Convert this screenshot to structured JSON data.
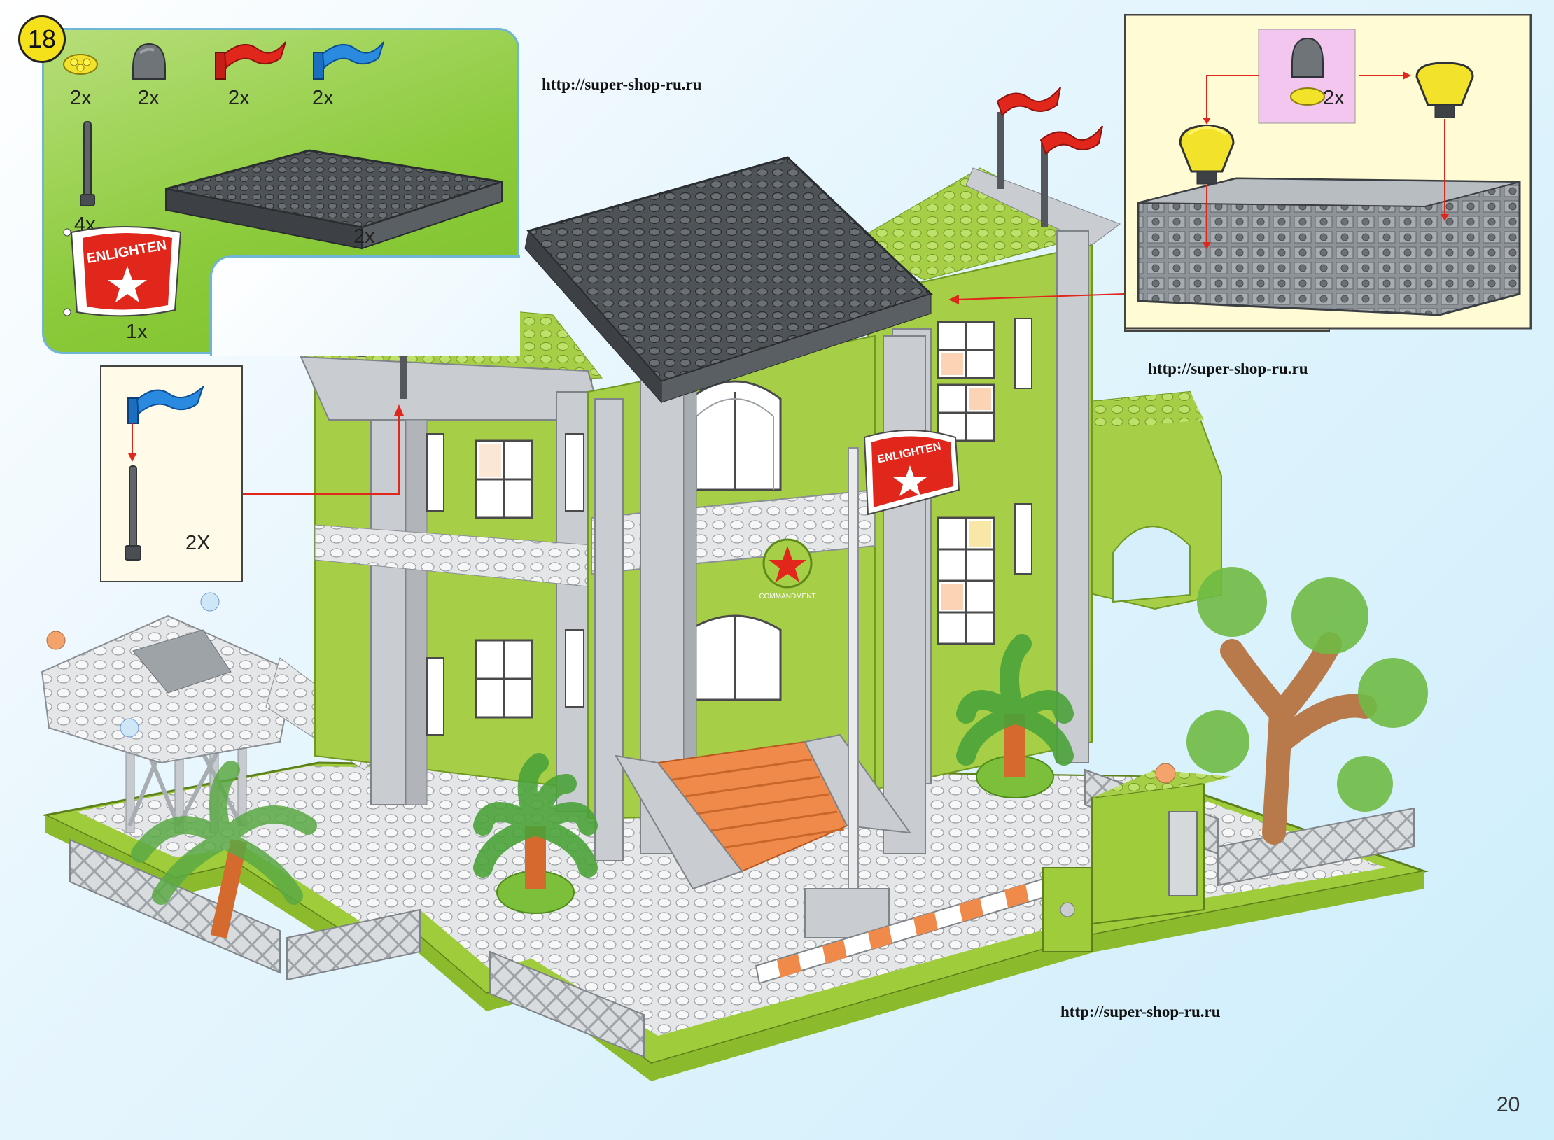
{
  "step": {
    "number": "18"
  },
  "parts": [
    {
      "icon": "yellow-round-plate-icon",
      "qty": "2x"
    },
    {
      "icon": "gray-dome-brick-icon",
      "qty": "2x"
    },
    {
      "icon": "red-flag-icon",
      "qty": "2x"
    },
    {
      "icon": "blue-flag-icon",
      "qty": "2x"
    },
    {
      "icon": "gray-antenna-pole-icon",
      "qty": "4x"
    },
    {
      "icon": "gray-baseplate-icon",
      "qty": "2x"
    },
    {
      "icon": "enlighten-flag-icon",
      "qty": "1x"
    }
  ],
  "flag_text": "ENLIGHTEN",
  "detail_left": {
    "qty": "2X"
  },
  "detail_right": {
    "qty": "2x"
  },
  "building": {
    "emblem_text": "COMMANDMENT"
  },
  "watermarks": [
    "http://super-shop-ru.ru",
    "http://super-shop-ru.ru",
    "http://super-shop-ru.ru"
  ],
  "page_number": "20",
  "colors": {
    "lime_green": "#9fcc3a",
    "light_gray": "#c9ccd0",
    "dark_gray": "#54585c",
    "red": "#e1261c",
    "blue": "#1f7fd6",
    "orange": "#f08a4b",
    "background": "#d6f0fb"
  }
}
